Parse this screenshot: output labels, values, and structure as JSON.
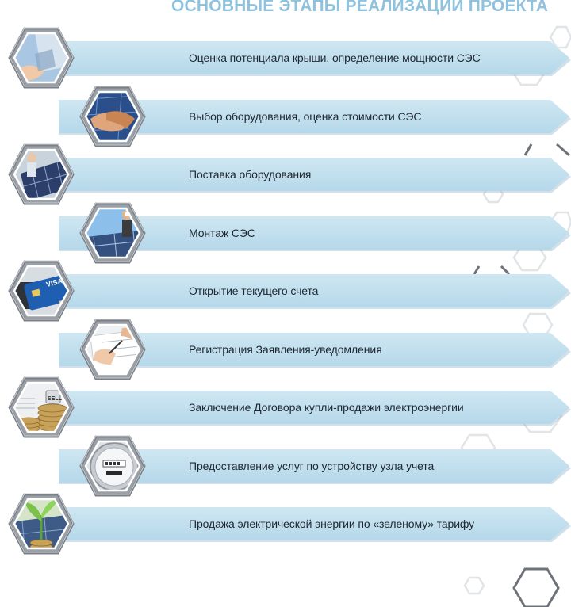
{
  "page": {
    "title": "ОСНОВНЫЕ ЭТАПЫ РЕАЛИЗАЦИИ ПРОЕКТА"
  },
  "steps": [
    {
      "label": "Оценка потенциала крыши, определение мощности СЭС",
      "photo_icon": "rooftop-hand-icon"
    },
    {
      "label": "Выбор оборудования, оценка стоимости СЭС",
      "photo_icon": "handshake-icon"
    },
    {
      "label": "Поставка оборудования",
      "photo_icon": "solar-panel-delivery-icon"
    },
    {
      "label": "Монтаж СЭС",
      "photo_icon": "installer-on-roof-icon"
    },
    {
      "label": "Открытие текущего счета",
      "photo_icon": "bank-card-icon"
    },
    {
      "label": "Регистрация Заявления-уведомления",
      "photo_icon": "signing-document-icon"
    },
    {
      "label": "Заключение Договора купли-продажи электроэнергии",
      "photo_icon": "coins-sell-icon"
    },
    {
      "label": "Предоставление услуг по устройству узла учета",
      "photo_icon": "electric-meter-icon"
    },
    {
      "label": "Продажа электрической энергии по «зеленому» тарифу",
      "photo_icon": "sprout-coins-icon"
    }
  ],
  "colors": {
    "title": "#8fc2dc",
    "bar_light": "#cfe7f2",
    "bar_mid": "#b5d8ea",
    "bar_shadow": "#7fa9c0",
    "hex_frame": "#7b8088",
    "hex_frame_light": "#c9cdd2",
    "text": "#1e2630",
    "deco_hex": "#dfe3e6",
    "deco_hex_dark": "#6e7379"
  }
}
